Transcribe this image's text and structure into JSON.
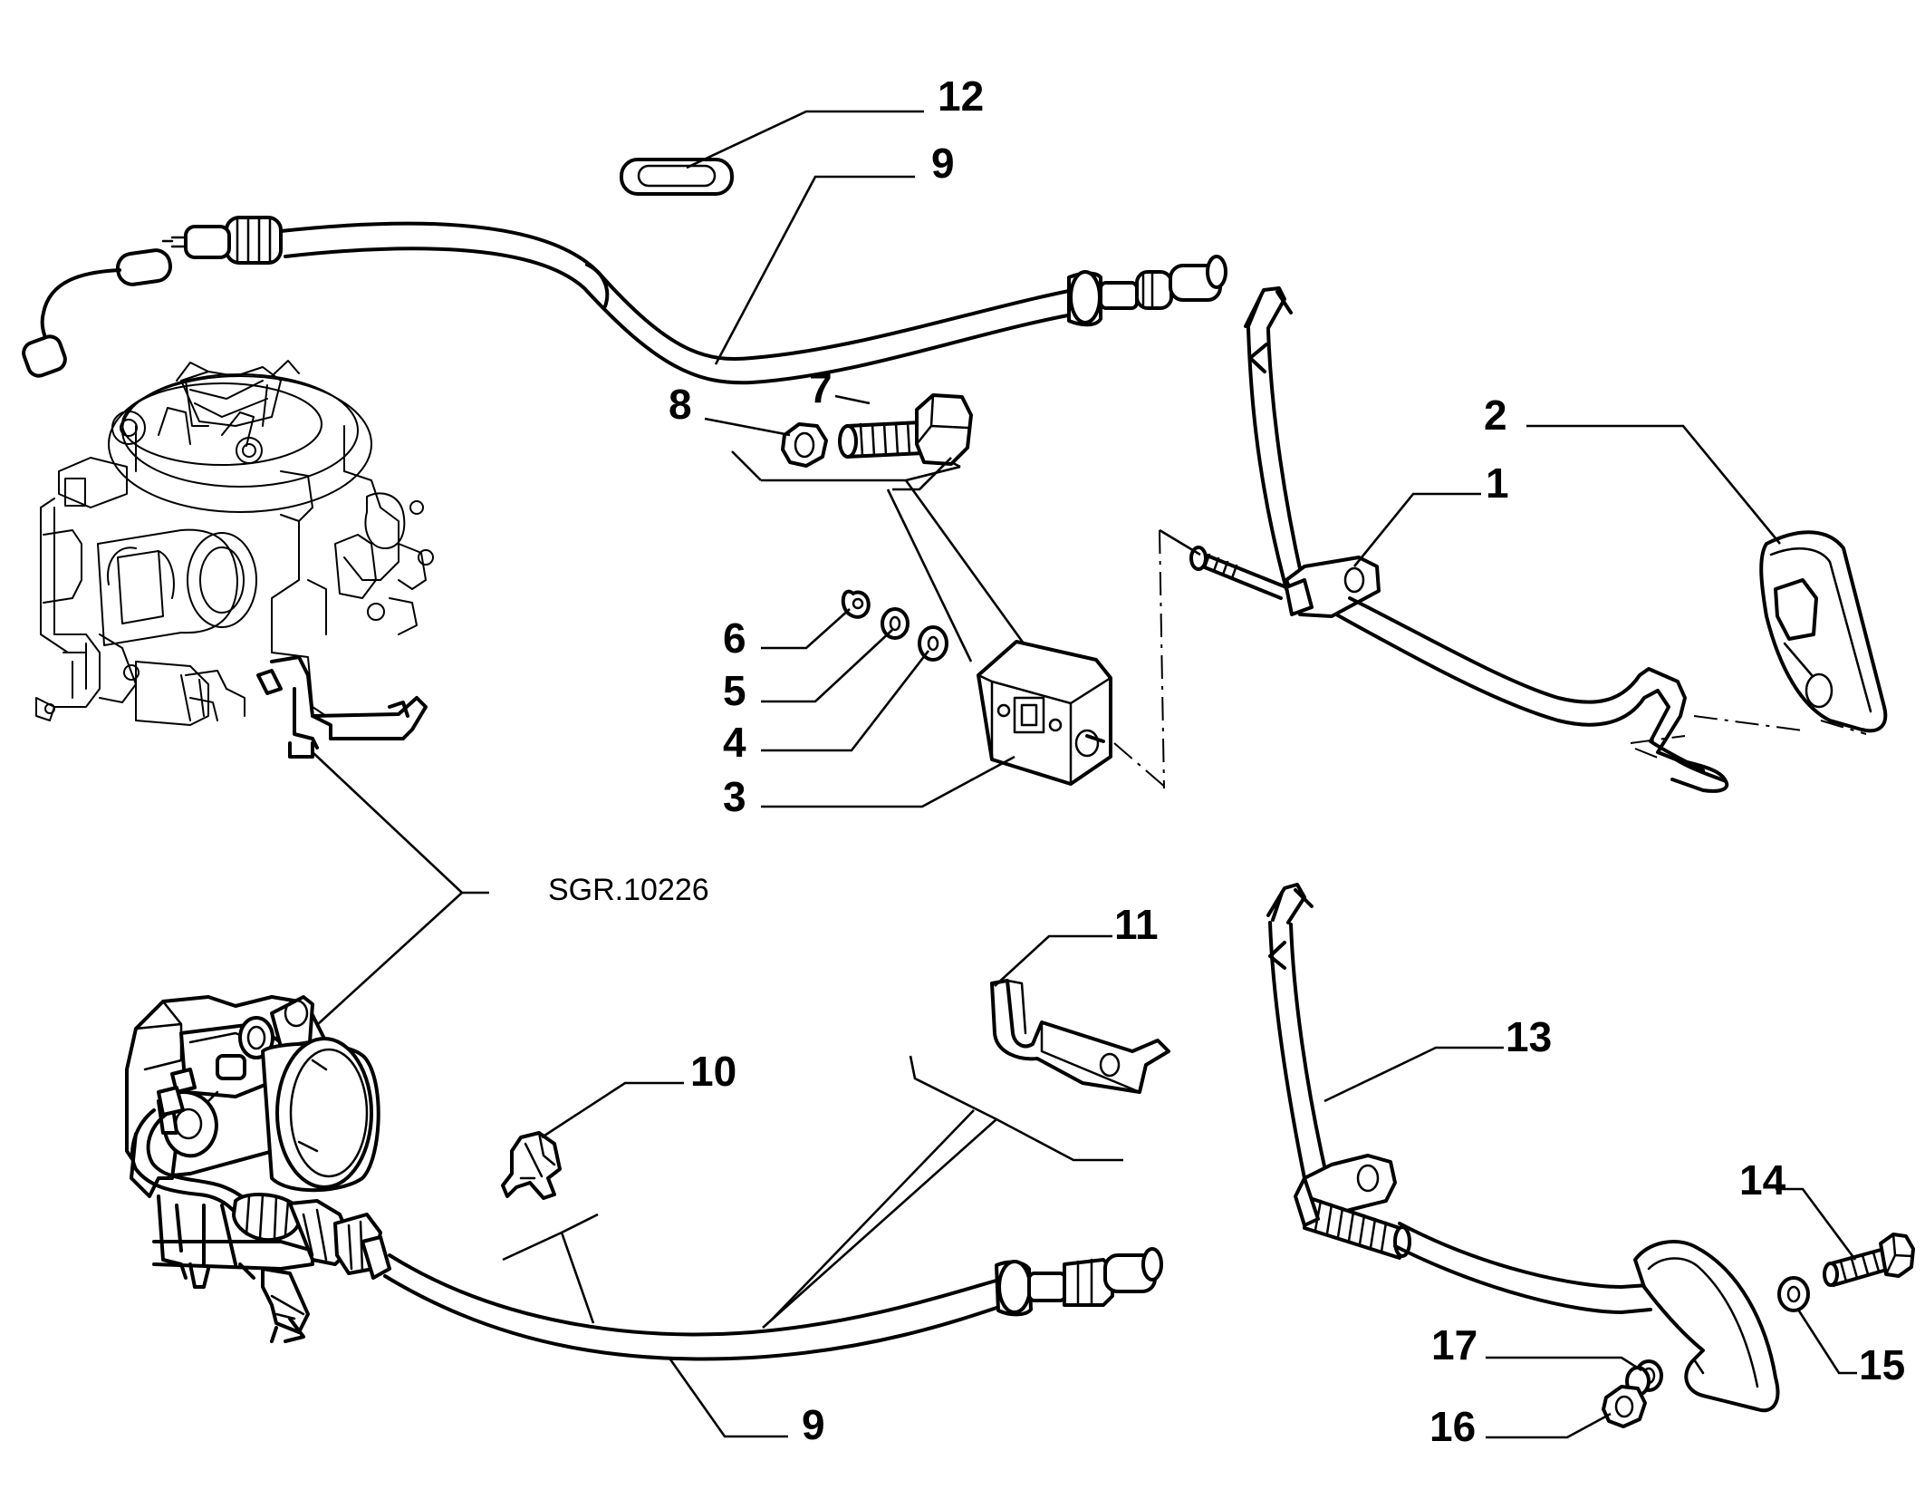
{
  "diagram": {
    "reference": "SGR.10226",
    "callouts": {
      "c1": "1",
      "c2": "2",
      "c3": "3",
      "c4": "4",
      "c5": "5",
      "c6": "6",
      "c7": "7",
      "c8": "8",
      "c9_top": "9",
      "c9_bottom": "9",
      "c10": "10",
      "c11": "11",
      "c12": "12",
      "c13": "13",
      "c14": "14",
      "c15": "15",
      "c16": "16",
      "c17": "17"
    }
  }
}
